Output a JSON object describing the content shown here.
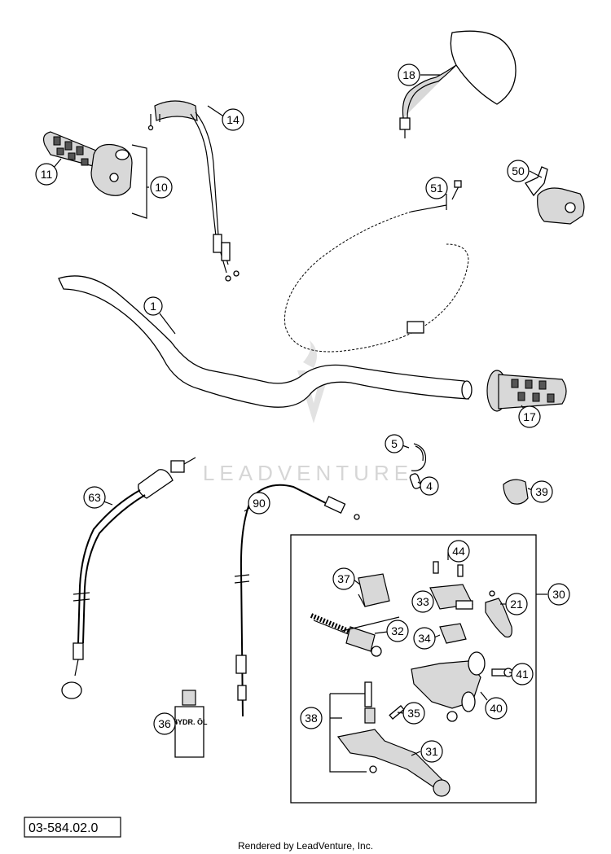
{
  "diagram": {
    "id_label": "03-584.02.0",
    "footer": "Rendered by LeadVenture, Inc.",
    "watermark": "LEADVENTURE",
    "callouts": {
      "handlebar": "1",
      "spring_pin": "4",
      "snap_ring": "5",
      "throttle_housing": "10",
      "throttle_grip": "11",
      "throttle_cables": "14",
      "left_grip": "17",
      "mirror": "18",
      "lever_pin": "21",
      "hand_brake_master": "30",
      "clutch_lever": "31",
      "piston_seal": "32",
      "reservoir_cover": "33",
      "diaphragm": "34",
      "set_screw": "35",
      "hydraulic_oil": "36",
      "clamp": "37",
      "lever_bolt": "38",
      "cable_clip": "39",
      "master_body": "40",
      "clamp_screw": "41",
      "cover_screws": "44",
      "kill_switch": "50",
      "hot_start_cable": "51",
      "hydraulic_hose": "63",
      "clutch_cable": "90"
    },
    "bottle_label": "HYDR. ÖL"
  }
}
